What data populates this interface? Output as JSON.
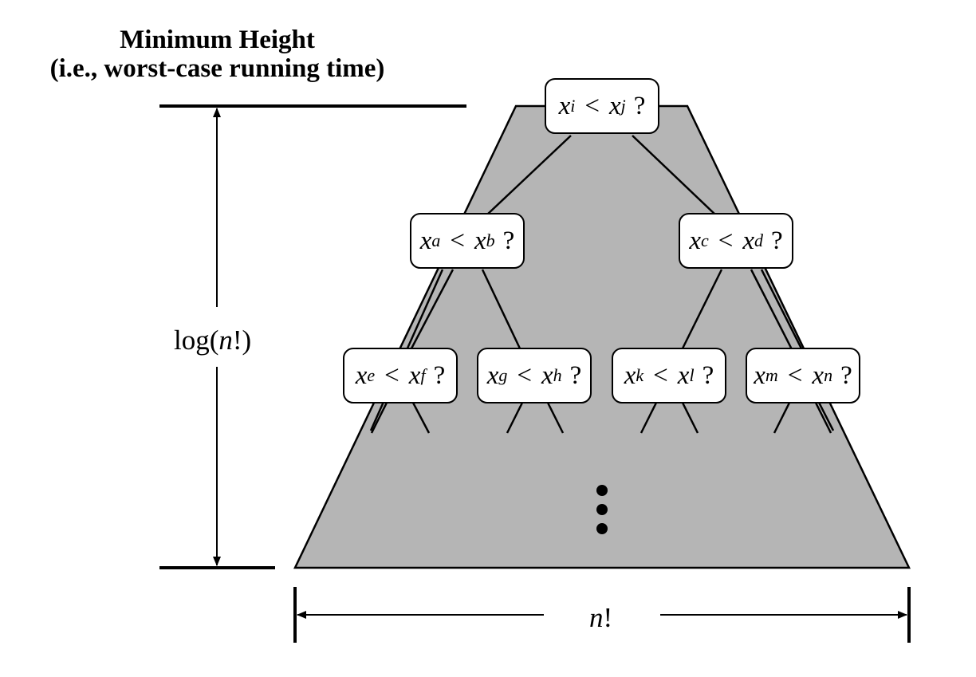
{
  "title": {
    "line1": "Minimum Height",
    "line2": "(i.e., worst-case running time)"
  },
  "height_label": {
    "prefix": "log(",
    "var": "n",
    "suffix": "!)"
  },
  "width_label": {
    "var": "n",
    "suffix": "!"
  },
  "nodes": {
    "root": {
      "left": "x",
      "left_sub": "i",
      "op": "<",
      "right": "x",
      "right_sub": "j",
      "q": "?"
    },
    "l1a": {
      "left": "x",
      "left_sub": "a",
      "op": "<",
      "right": "x",
      "right_sub": "b",
      "q": "?"
    },
    "l1b": {
      "left": "x",
      "left_sub": "c",
      "op": "<",
      "right": "x",
      "right_sub": "d",
      "q": "?"
    },
    "l2a": {
      "left": "x",
      "left_sub": "e",
      "op": "<",
      "right": "x",
      "right_sub": "f",
      "q": "?"
    },
    "l2b": {
      "left": "x",
      "left_sub": "g",
      "op": "<",
      "right": "x",
      "right_sub": "h",
      "q": "?"
    },
    "l2c": {
      "left": "x",
      "left_sub": "k",
      "op": "<",
      "right": "x",
      "right_sub": "l",
      "q": "?"
    },
    "l2d": {
      "left": "x",
      "left_sub": "m",
      "op": "<",
      "right": "x",
      "right_sub": "n",
      "q": "?"
    }
  },
  "colors": {
    "tree_fill": "#b5b5b5",
    "stroke": "#000000",
    "node_fill": "#ffffff"
  }
}
